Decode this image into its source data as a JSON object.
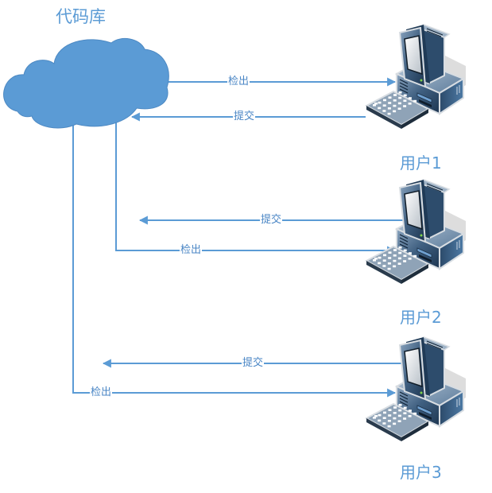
{
  "repository": {
    "title": "代码库",
    "icon": "cloud-icon",
    "color": "#5b9bd5"
  },
  "users": [
    {
      "label": "用户1",
      "icon": "computer-icon"
    },
    {
      "label": "用户2",
      "icon": "computer-icon"
    },
    {
      "label": "用户3",
      "icon": "computer-icon"
    }
  ],
  "connectors": [
    {
      "from": "代码库",
      "to": "用户1",
      "label": "检出",
      "direction": "to-user"
    },
    {
      "from": "用户1",
      "to": "代码库",
      "label": "提交",
      "direction": "to-repo"
    },
    {
      "from": "用户2",
      "to": "代码库",
      "label": "提交",
      "direction": "to-repo"
    },
    {
      "from": "代码库",
      "to": "用户2",
      "label": "检出",
      "direction": "to-user"
    },
    {
      "from": "用户3",
      "to": "代码库",
      "label": "提交",
      "direction": "to-repo"
    },
    {
      "from": "代码库",
      "to": "用户3",
      "label": "检出",
      "direction": "to-user"
    }
  ],
  "colors": {
    "line": "#5b9bd5",
    "text": "#4a86c5"
  }
}
